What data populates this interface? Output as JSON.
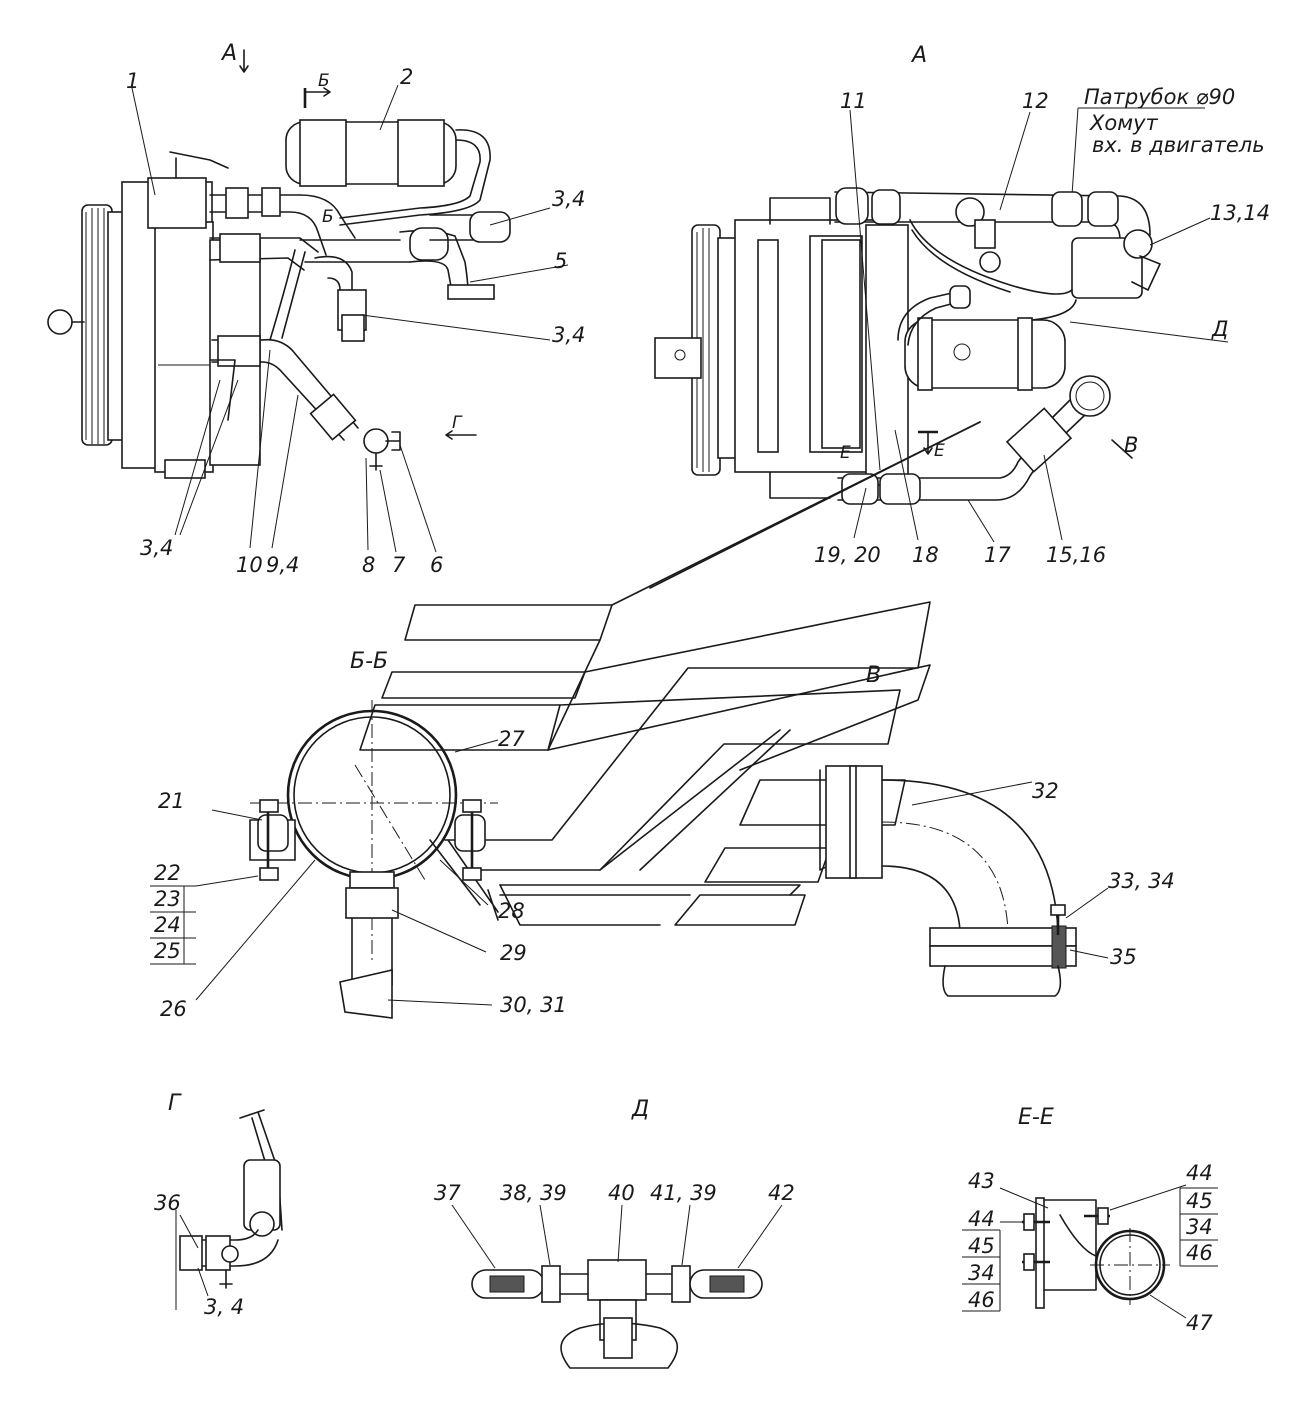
{
  "view_titles": {
    "view_a_left": "А",
    "view_a_right": "А",
    "section_bb": "Б-Б",
    "view_v": "В",
    "view_g": "Г",
    "view_d": "Д",
    "section_ee": "Е-Е",
    "mark_b": "Б",
    "mark_b2": "Б",
    "mark_d": "Д",
    "mark_v": "В",
    "mark_e": "Е",
    "mark_e2": "Е",
    "mark_g": "Г"
  },
  "annotations": {
    "line1": "Патрубок ⌀90",
    "line2": "Хомут",
    "line3": "вх. в двигатель"
  },
  "labels_left": {
    "p1": "1",
    "p2": "2",
    "p34a": "3,4",
    "p5": "5",
    "p34b": "3,4",
    "p34c": "3,4",
    "p10": "10",
    "p94": "9,4",
    "p8": "8",
    "p7": "7",
    "p6": "6"
  },
  "labels_right": {
    "p11": "11",
    "p12": "12",
    "p1314": "13,14",
    "p1920": "19, 20",
    "p18": "18",
    "p17": "17",
    "p1516": "15,16"
  },
  "labels_bb": {
    "p21": "21",
    "p22": "22",
    "p23": "23",
    "p24": "24",
    "p25": "25",
    "p26": "26",
    "p27": "27",
    "p28": "28",
    "p29": "29",
    "p3031": "30, 31"
  },
  "labels_v": {
    "p32": "32",
    "p3334": "33, 34",
    "p35": "35"
  },
  "labels_g": {
    "p36": "36",
    "p34": "3, 4"
  },
  "labels_d": {
    "p37": "37",
    "p3839": "38, 39",
    "p40": "40",
    "p4139": "41, 39",
    "p42": "42"
  },
  "labels_ee": {
    "p43": "43",
    "p44a": "44",
    "p45a": "45",
    "p34a": "34",
    "p46a": "46",
    "p44b": "44",
    "p45b": "45",
    "p34b": "34",
    "p46b": "46",
    "p47": "47"
  }
}
